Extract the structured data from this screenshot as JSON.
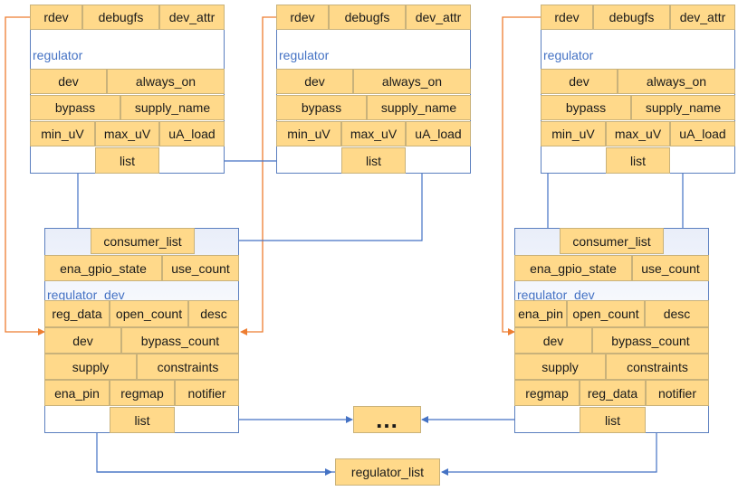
{
  "regulators": [
    {
      "title": "regulator",
      "cells": {
        "rdev": "rdev",
        "debugfs": "debugfs",
        "dev_attr": "dev_attr",
        "dev": "dev",
        "always_on": "always_on",
        "bypass": "bypass",
        "supply_name": "supply_name",
        "min_uV": "min_uV",
        "max_uV": "max_uV",
        "uA_load": "uA_load",
        "list": "list"
      }
    },
    {
      "title": "regulator",
      "cells": {
        "rdev": "rdev",
        "debugfs": "debugfs",
        "dev_attr": "dev_attr",
        "dev": "dev",
        "always_on": "always_on",
        "bypass": "bypass",
        "supply_name": "supply_name",
        "min_uV": "min_uV",
        "max_uV": "max_uV",
        "uA_load": "uA_load",
        "list": "list"
      }
    },
    {
      "title": "regulator",
      "cells": {
        "rdev": "rdev",
        "debugfs": "debugfs",
        "dev_attr": "dev_attr",
        "dev": "dev",
        "always_on": "always_on",
        "bypass": "bypass",
        "supply_name": "supply_name",
        "min_uV": "min_uV",
        "max_uV": "max_uV",
        "uA_load": "uA_load",
        "list": "list"
      }
    }
  ],
  "rdevs": [
    {
      "title": "regulator_dev",
      "cells": {
        "consumer_list": "consumer_list",
        "ena_gpio_state": "ena_gpio_state",
        "use_count": "use_count",
        "r1c1": "reg_data",
        "open_count": "open_count",
        "desc": "desc",
        "dev": "dev",
        "bypass_count": "bypass_count",
        "supply": "supply",
        "constraints": "constraints",
        "r4c1": "ena_pin",
        "r4c2": "regmap",
        "notifier": "notifier",
        "list": "list"
      }
    },
    {
      "title": "regulator_dev",
      "cells": {
        "consumer_list": "consumer_list",
        "ena_gpio_state": "ena_gpio_state",
        "use_count": "use_count",
        "r1c1": "ena_pin",
        "open_count": "open_count",
        "desc": "desc",
        "dev": "dev",
        "bypass_count": "bypass_count",
        "supply": "supply",
        "constraints": "constraints",
        "r4c1": "regmap",
        "r4c2": "reg_data",
        "notifier": "notifier",
        "list": "list"
      }
    }
  ],
  "ellipsis": "...",
  "regulator_list": "regulator_list",
  "colors": {
    "cell_fill": "#ffd98a",
    "blue_link": "#4472c4",
    "orange_link": "#ed7d31"
  }
}
